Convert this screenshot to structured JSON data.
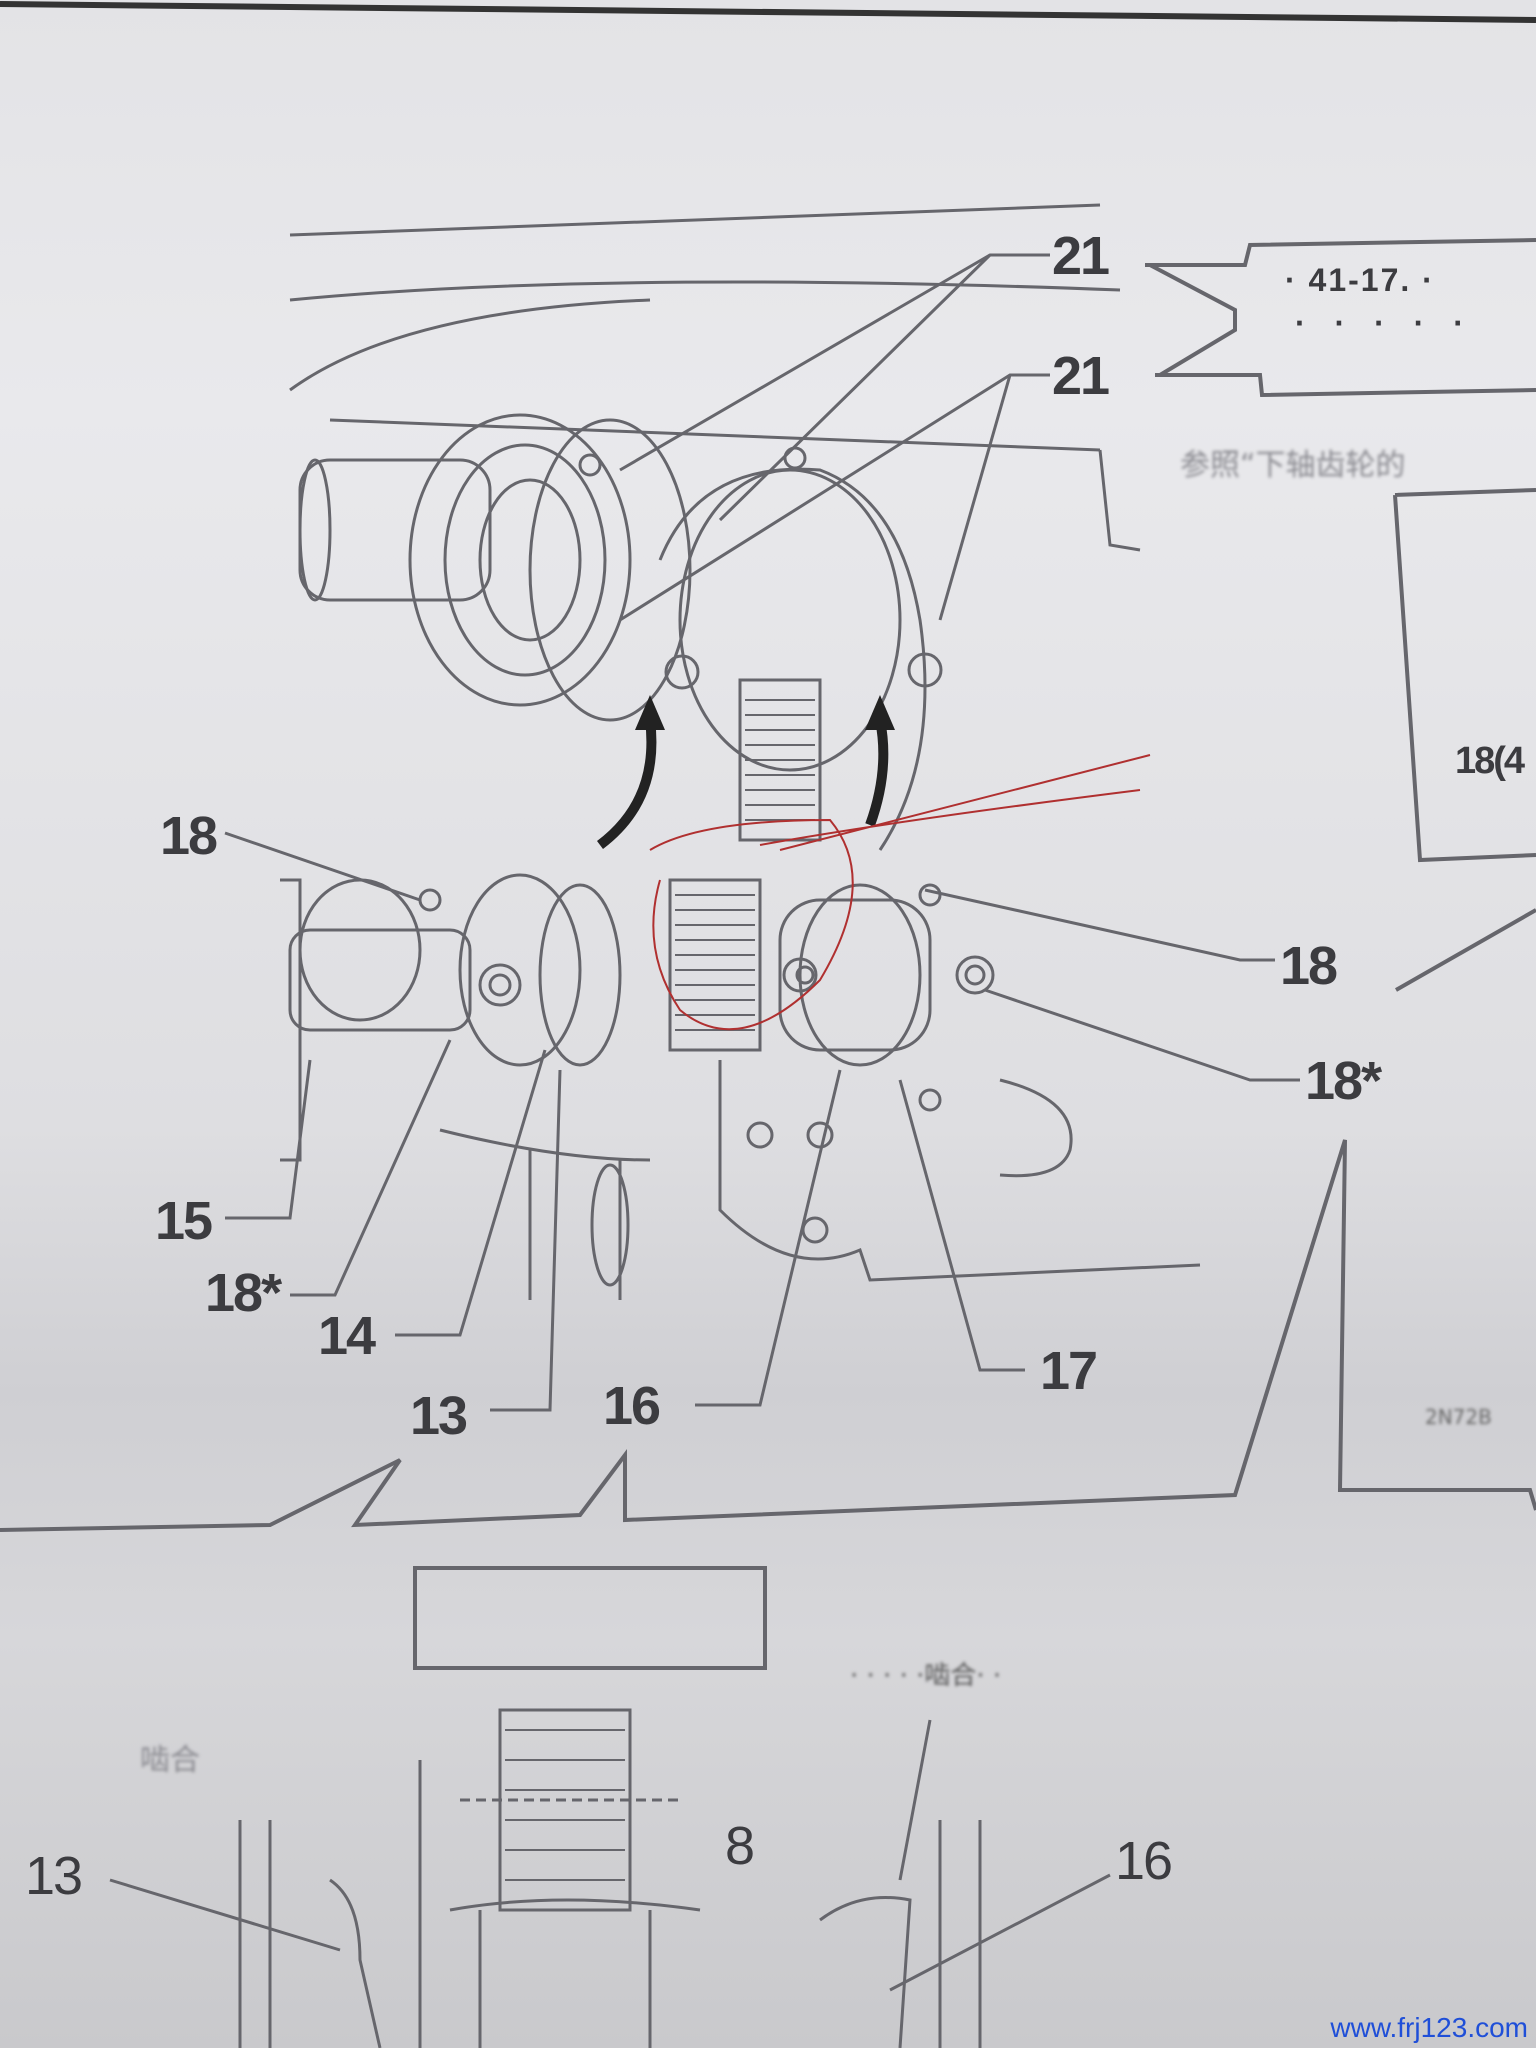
{
  "diagram": {
    "callouts": [
      {
        "id": "c21a",
        "text": "21"
      },
      {
        "id": "c21b",
        "text": "21"
      },
      {
        "id": "c18a",
        "text": "18"
      },
      {
        "id": "c18b",
        "text": "18"
      },
      {
        "id": "c18s_right",
        "text": "18*"
      },
      {
        "id": "c15",
        "text": "15"
      },
      {
        "id": "c18s_left",
        "text": "18*"
      },
      {
        "id": "c14",
        "text": "14"
      },
      {
        "id": "c13",
        "text": "13"
      },
      {
        "id": "c16",
        "text": "16"
      },
      {
        "id": "c17",
        "text": "17"
      }
    ],
    "lower_callouts": [
      {
        "id": "l13",
        "text": "13"
      },
      {
        "id": "l8",
        "text": "8"
      },
      {
        "id": "l16",
        "text": "16"
      }
    ],
    "note_box_text": "· 41-17. ·",
    "note_box_dots": "· · · · ·",
    "ref_text": "参照“下轴齿轮的",
    "side_box_text": "18(4",
    "figure_code": "2N72B",
    "lower_left_text": "啮合",
    "lower_right_text": "· · · · ·啮合· ·",
    "colors": {
      "line": "#5a5a60",
      "ink": "#3c3c40",
      "red": "#b03030",
      "watermark": "#1f4fd8"
    }
  },
  "watermark": "www.frj123.com"
}
